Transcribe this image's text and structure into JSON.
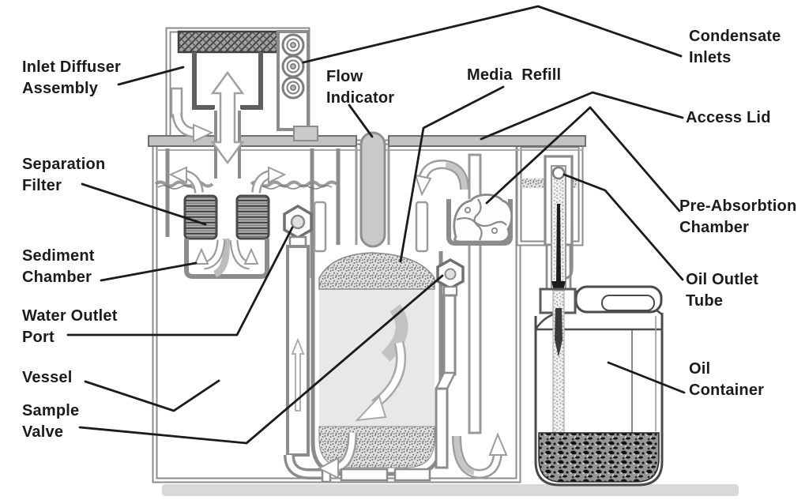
{
  "diagram": {
    "type": "cutaway-schematic",
    "subject": "condensate oil/water separator",
    "colors": {
      "leader_line": "#1b1b1b",
      "wall_gray": "#8c8c8c",
      "lid_gray": "#c2c2c2",
      "flow_pill_gray": "#c9c9c9",
      "media_gray": "#e8e8e8",
      "oil_dark": "#141414",
      "shadow_gray": "#d9d9d9",
      "label_text": "#1b1b1b"
    },
    "labels": [
      {
        "id": "inlet-diffuser-assembly",
        "text": "Inlet Diffuser\nAssembly"
      },
      {
        "id": "separation-filter",
        "text": "Separation\nFilter"
      },
      {
        "id": "sediment-chamber",
        "text": "Sediment\nChamber"
      },
      {
        "id": "water-outlet-port",
        "text": "Water Outlet\nPort"
      },
      {
        "id": "vessel",
        "text": "Vessel"
      },
      {
        "id": "sample-valve",
        "text": "Sample\nValve"
      },
      {
        "id": "condensate-inlets",
        "text": "Condensate\nInlets"
      },
      {
        "id": "flow-indicator",
        "text": "Flow\nIndicator"
      },
      {
        "id": "media-refill",
        "text": "Media  Refill"
      },
      {
        "id": "access-lid",
        "text": "Access Lid"
      },
      {
        "id": "pre-absorbtion-chamber",
        "text": "Pre-Absorbtion\nChamber"
      },
      {
        "id": "oil-outlet-tube",
        "text": "Oil Outlet\nTube"
      },
      {
        "id": "oil-container",
        "text": "Oil\nContainer"
      }
    ]
  }
}
